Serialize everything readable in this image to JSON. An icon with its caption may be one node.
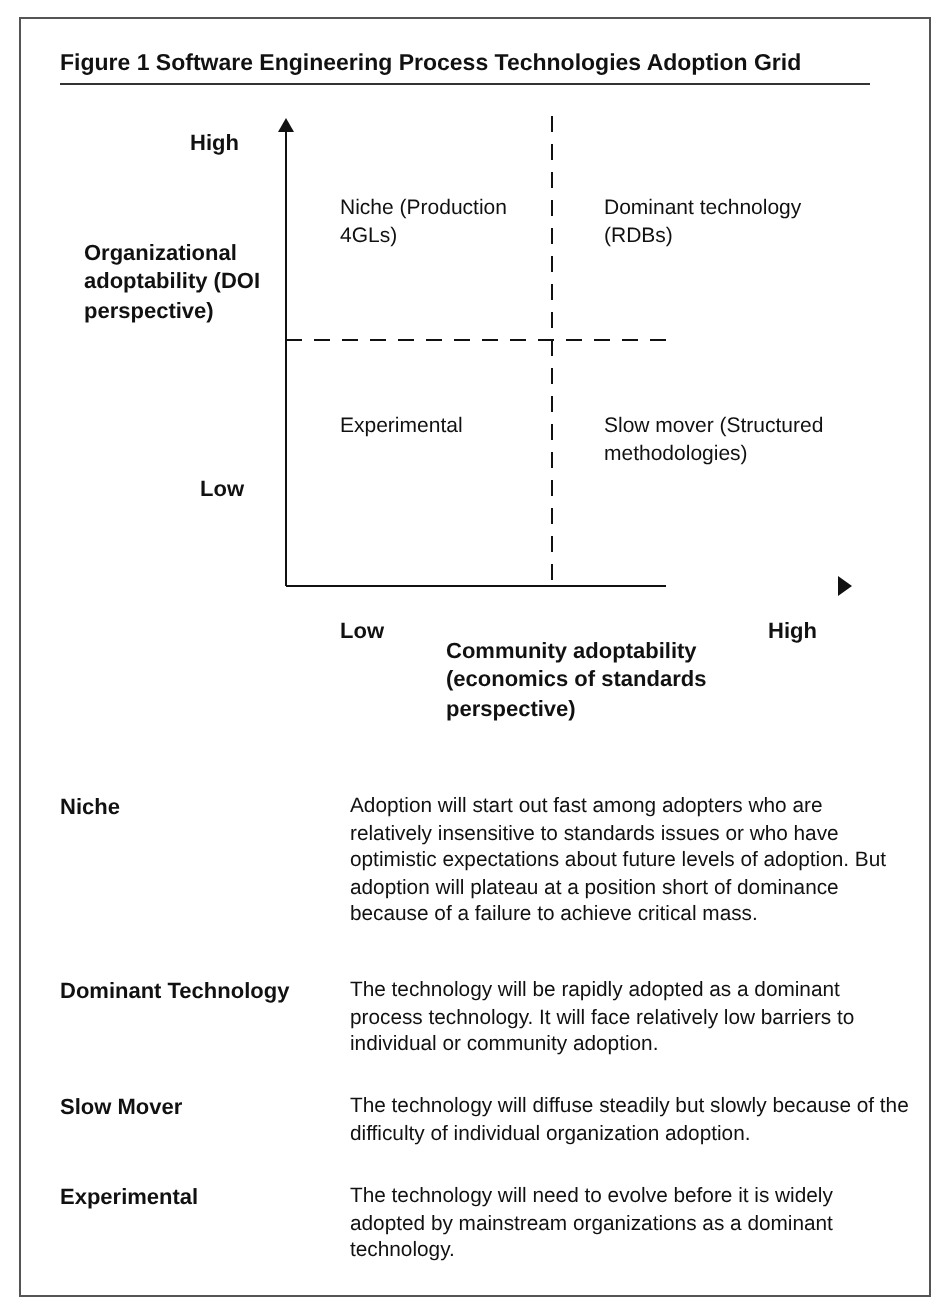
{
  "diagram": {
    "title": "Figure 1  Software Engineering Process Technologies Adoption Grid",
    "labels": [
      "High",
      "Niche (Production 4GLs)",
      "Dominant technology (RDBs)",
      "Organizational adoptability (DOI perspective)",
      "Experimental",
      "Slow mover (Structured methodologies)",
      "Low",
      "Low",
      "High",
      "Community adoptability (economics of standards perspective)",
      "Niche",
      "Adoption will start out fast among adopters who are relatively insensitive to standards issues or who have optimistic expectations about future levels of adoption. But adoption will plateau at a position short of dominance because of a failure to achieve critical mass.",
      "Dominant Technology",
      "The technology will be rapidly adopted as a dominant process technology. It will face relatively low barriers to individual or community adoption.",
      "Slow Mover",
      "The technology will diffuse steadily but slowly because of the difficulty of individual organization adoption.",
      "Experimental",
      "The technology will need to evolve before it is widely adopted by mainstream organizations as a dominant technology."
    ]
  }
}
